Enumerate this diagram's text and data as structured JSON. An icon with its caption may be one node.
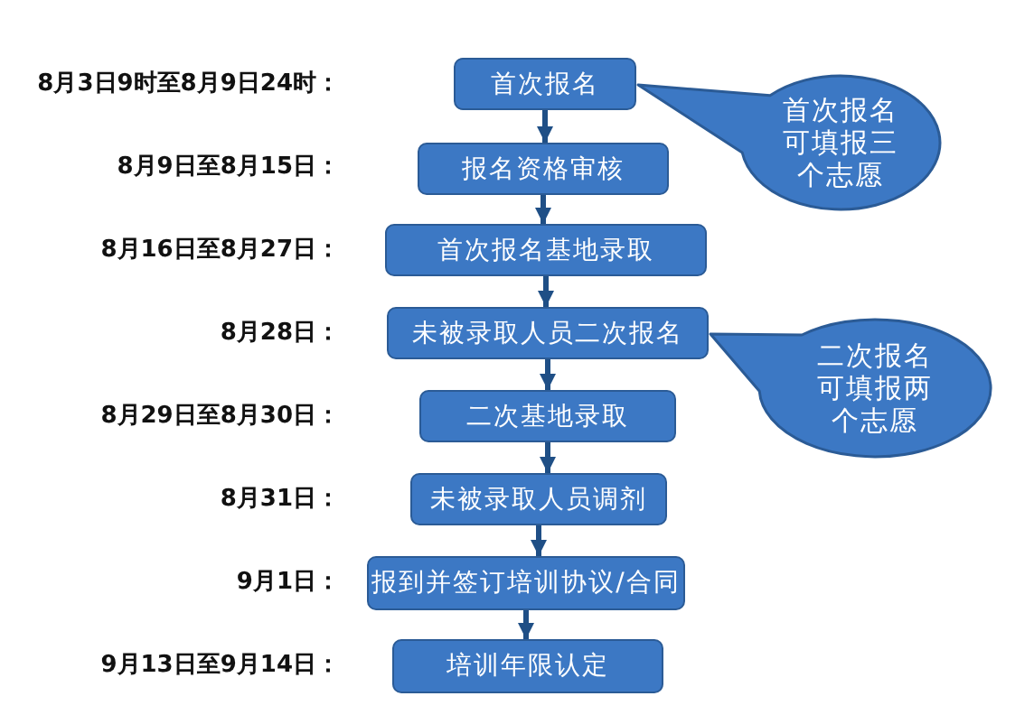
{
  "diagram": {
    "nodes": [
      {
        "text": [
          "首次报名"
        ]
      },
      {
        "text": [
          "首次报名可填报三个志愿"
        ]
      },
      {
        "text": [
          "报名资格审核"
        ]
      },
      {
        "text": [
          "首次报名基地录取"
        ]
      },
      {
        "text": [
          "未被录取人员二次报名"
        ]
      },
      {
        "text": [
          "二次报名可填报两个志愿"
        ]
      },
      {
        "text": [
          "二次基地录取"
        ]
      },
      {
        "text": [
          "未被录取人员调剂"
        ]
      },
      {
        "text": [
          "报到并签订培训协议/合同"
        ]
      },
      {
        "text": [
          "培训年限认定"
        ]
      }
    ],
    "edges": [
      {
        "from": 0,
        "to": 2,
        "arrow": "to"
      },
      {
        "from": 2,
        "to": 3,
        "arrow": "to"
      },
      {
        "from": 3,
        "to": 4,
        "arrow": "to"
      },
      {
        "from": 4,
        "to": 6,
        "arrow": "to"
      },
      {
        "from": 6,
        "to": 7,
        "arrow": "to"
      },
      {
        "from": 7,
        "to": 8,
        "arrow": "to"
      },
      {
        "from": 8,
        "to": 9,
        "arrow": "to"
      }
    ],
    "labels": [
      "8月3日9时至8月9日24时：",
      "8月9日至8月15日：",
      "8月16日至8月27日：",
      "8月28日：",
      "8月29日至8月30日：",
      "8月31日：",
      "9月1日：",
      "9月13日至9月14日："
    ]
  }
}
